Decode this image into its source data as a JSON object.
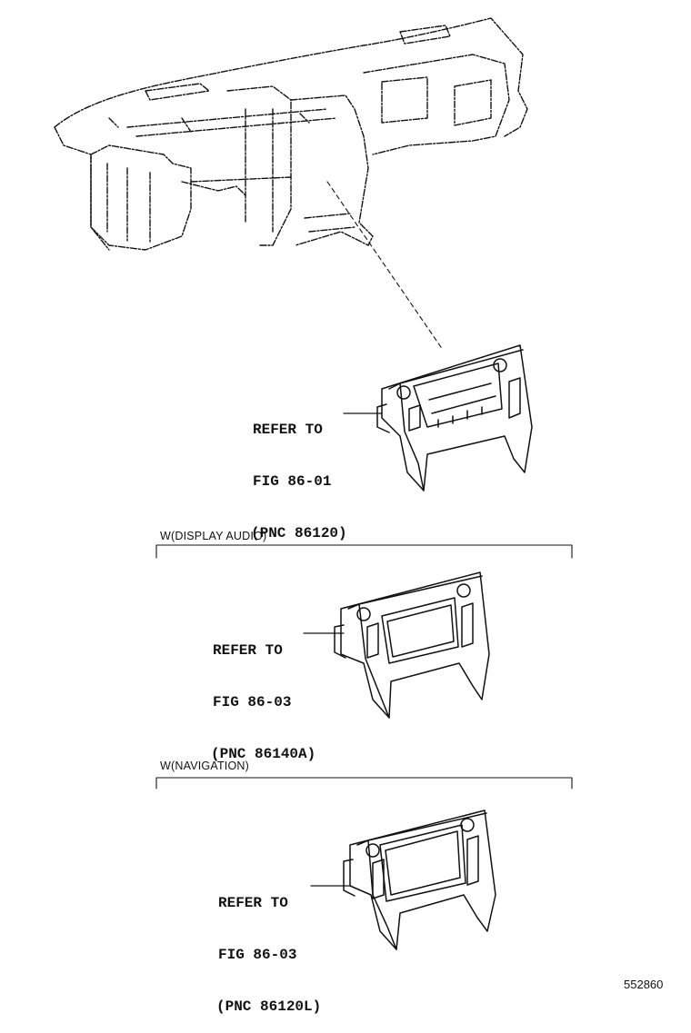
{
  "callouts": [
    {
      "line1": "REFER TO",
      "line2": "FIG 86-01",
      "line3": "(PNC 86120)"
    },
    {
      "line1": "REFER TO",
      "line2": "FIG 86-03",
      "line3": "(PNC 86140A)"
    },
    {
      "line1": "REFER TO",
      "line2": "FIG 86-03",
      "line3": "(PNC 86120L)"
    }
  ],
  "sections": {
    "display_audio": "W(DISPLAY AUDIO)",
    "navigation": "W(NAVIGATION)"
  },
  "figure_id": "552860",
  "colors": {
    "line": "#111111",
    "background": "#ffffff"
  }
}
